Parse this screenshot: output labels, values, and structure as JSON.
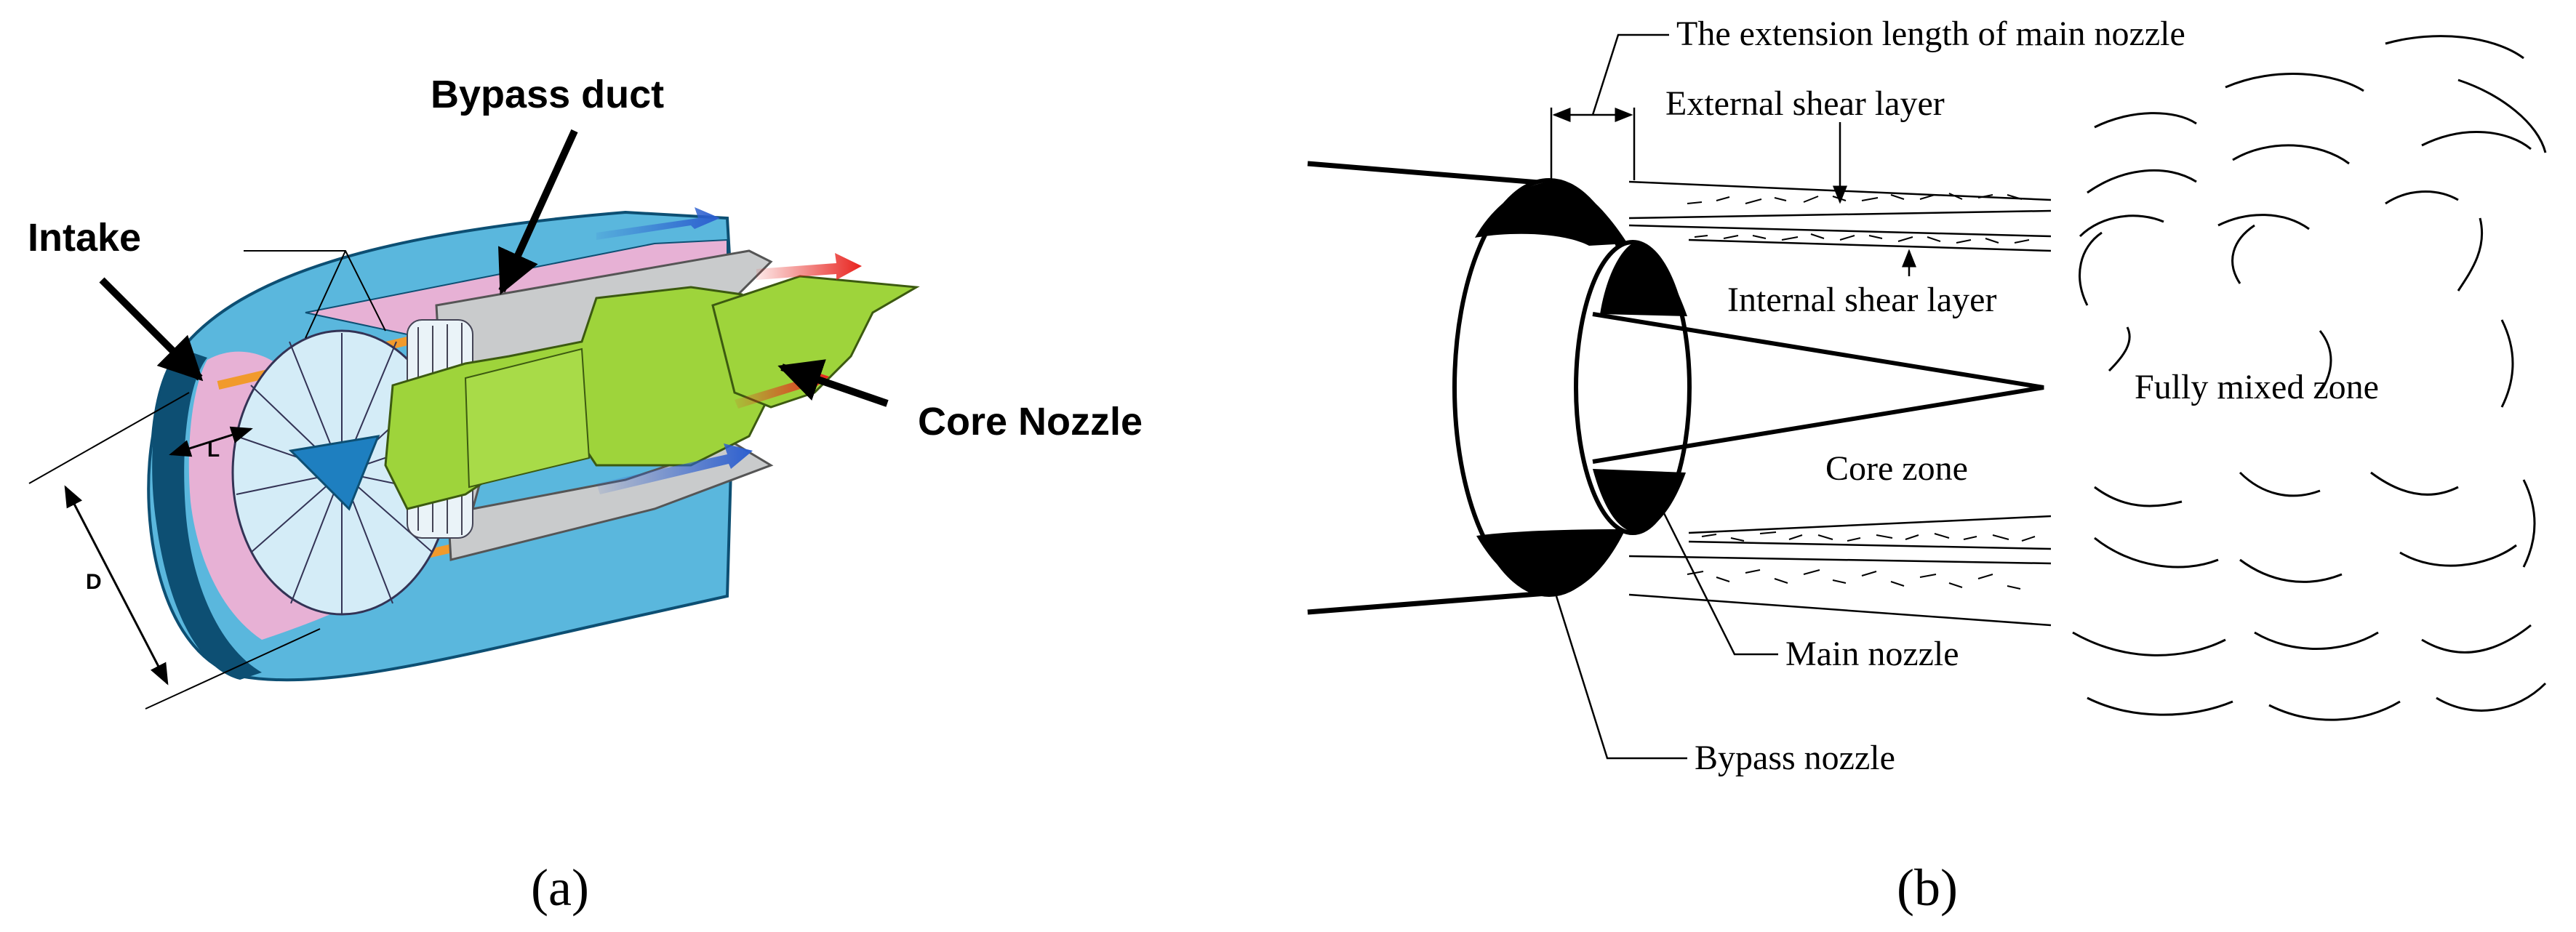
{
  "panel_a": {
    "caption": "(a)",
    "labels": {
      "intake": "Intake",
      "bypass_duct": "Bypass duct",
      "core_nozzle": "Core Nozzle",
      "dim_l": "L",
      "dim_d": "D"
    }
  },
  "panel_b": {
    "caption": "(b)",
    "labels": {
      "extension_length": "The extension length of main nozzle",
      "external_shear": "External shear layer",
      "internal_shear": "Internal shear layer",
      "fully_mixed": "Fully mixed zone",
      "core_zone": "Core zone",
      "main_nozzle": "Main nozzle",
      "bypass_nozzle": "Bypass nozzle"
    }
  },
  "colors": {
    "nacelle_blue": "#5ab7dd",
    "nacelle_dark": "#0d4f73",
    "intake_pink": "#e7b1d5",
    "core_green": "#9ed43b",
    "fan_light": "#d4ecf7",
    "orange": "#f19a2c",
    "flow_red": "#e8231e",
    "flow_blue": "#2c5fcf"
  }
}
